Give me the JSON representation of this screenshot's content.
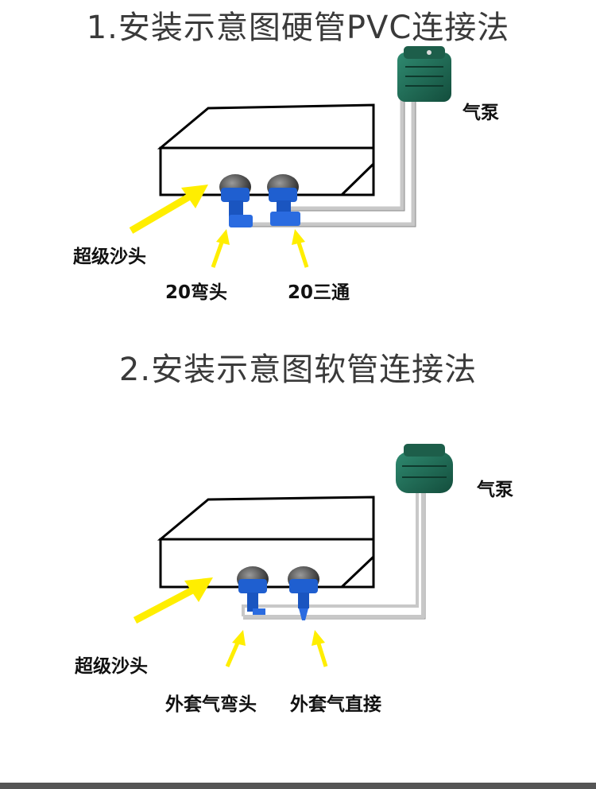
{
  "diagram1": {
    "title": "1.安装示意图硬管PVC连接法",
    "labels": {
      "pump": "气泵",
      "air_stone": "超级沙头",
      "elbow": "20弯头",
      "tee": "20三通"
    }
  },
  "diagram2": {
    "title": "2.安装示意图软管连接法",
    "labels": {
      "pump": "气泵",
      "air_stone": "超级沙头",
      "elbow": "外套气弯头",
      "straight": "外套气直接"
    }
  },
  "colors": {
    "arrow": "#ffee00",
    "fitting_blue": "#1f5fd0",
    "pump_green": "#1f6b55",
    "pipe": "#cfcfcf",
    "outline": "#000000"
  }
}
